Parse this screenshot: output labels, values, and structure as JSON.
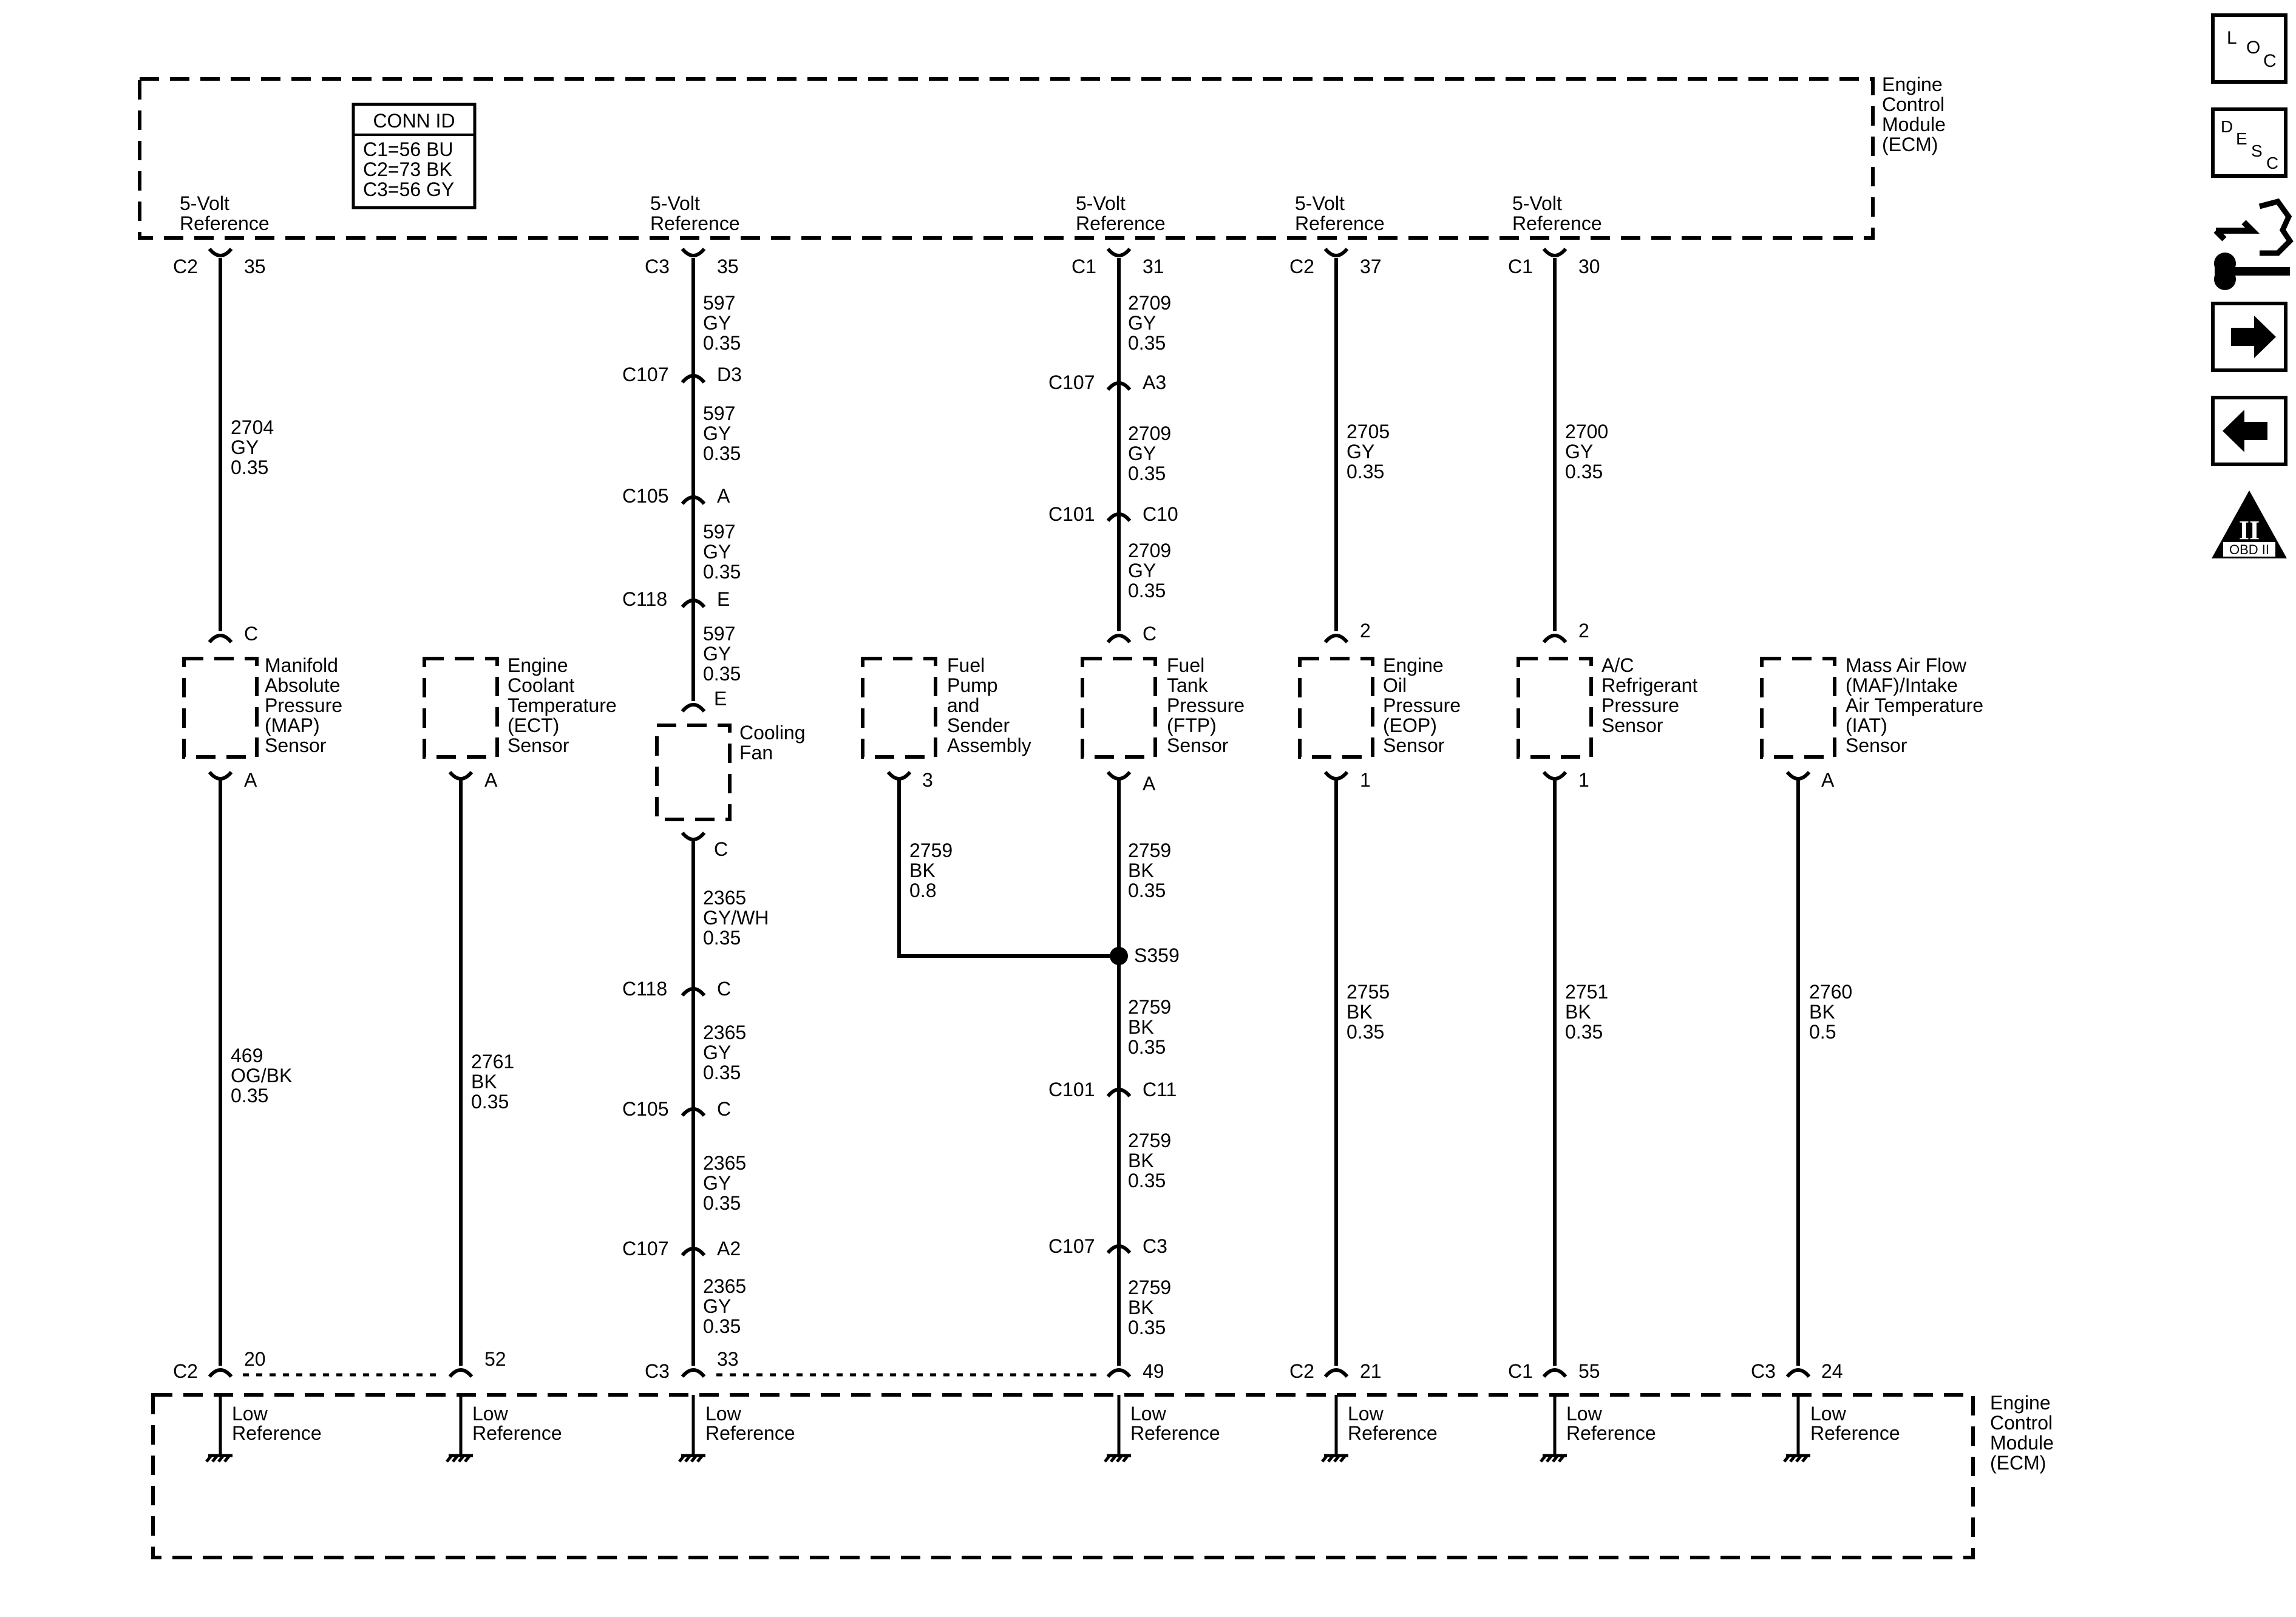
{
  "ecm_top": {
    "label": [
      "Engine",
      "Control",
      "Module",
      "(ECM)"
    ],
    "conn_id": {
      "title": "CONN ID",
      "lines": [
        "C1=56 BU",
        "C2=73 BK",
        "C3=56 GY"
      ]
    },
    "ref_label": [
      "5-Volt",
      "Reference"
    ]
  },
  "ecm_bottom": {
    "label": [
      "Engine",
      "Control",
      "Module",
      "(ECM)"
    ],
    "ref_label": [
      "Low",
      "Reference"
    ]
  },
  "columns": [
    {
      "id": "map",
      "top_pin": {
        "conn": "C2",
        "pin": "35"
      },
      "wire_top": [
        "2704",
        "GY",
        "0.35"
      ],
      "sensor_top_pin": "C",
      "sensor_label": [
        "Manifold",
        "Absolute",
        "Pressure",
        "(MAP)",
        "Sensor"
      ],
      "sensor_bottom_pin": "A",
      "wire_bottom": [
        "469",
        "OG/BK",
        "0.35"
      ],
      "bottom_pin": {
        "conn": "C2",
        "pin": "20"
      }
    },
    {
      "id": "ect",
      "sensor_label": [
        "Engine",
        "Coolant",
        "Temperature",
        "(ECT)",
        "Sensor"
      ],
      "sensor_bottom_pin": "A",
      "wire_bottom": [
        "2761",
        "BK",
        "0.35"
      ],
      "bottom_pin": {
        "conn": "",
        "pin": "52"
      }
    },
    {
      "id": "fan",
      "top_pin": {
        "conn": "C3",
        "pin": "35"
      },
      "upper_segments": [
        [
          "597",
          "GY",
          "0.35"
        ],
        [
          "597",
          "GY",
          "0.35"
        ],
        [
          "597",
          "GY",
          "0.35"
        ],
        [
          "597",
          "GY",
          "0.35"
        ]
      ],
      "upper_inline": [
        {
          "conn": "C107",
          "pin": "D3"
        },
        {
          "conn": "C105",
          "pin": "A"
        },
        {
          "conn": "C118",
          "pin": "E"
        }
      ],
      "sensor_top_pin": "E",
      "sensor_label": [
        "Cooling",
        "Fan"
      ],
      "sensor_bottom_pin": "C",
      "lower_segments": [
        [
          "2365",
          "GY/WH",
          "0.35"
        ],
        [
          "2365",
          "GY",
          "0.35"
        ],
        [
          "2365",
          "GY",
          "0.35"
        ],
        [
          "2365",
          "GY",
          "0.35"
        ]
      ],
      "lower_inline": [
        {
          "conn": "C118",
          "pin": "C"
        },
        {
          "conn": "C105",
          "pin": "C"
        },
        {
          "conn": "C107",
          "pin": "A2"
        }
      ],
      "bottom_pin": {
        "conn": "C3",
        "pin": "33"
      }
    },
    {
      "id": "fuel_pump",
      "sensor_label": [
        "Fuel",
        "Pump",
        "and",
        "Sender",
        "Assembly"
      ],
      "sensor_bottom_pin": "3",
      "wire_bottom": [
        "2759",
        "BK",
        "0.8"
      ]
    },
    {
      "id": "ftp",
      "top_pin": {
        "conn": "C1",
        "pin": "31"
      },
      "upper_segments": [
        [
          "2709",
          "GY",
          "0.35"
        ],
        [
          "2709",
          "GY",
          "0.35"
        ],
        [
          "2709",
          "GY",
          "0.35"
        ]
      ],
      "upper_inline": [
        {
          "conn": "C107",
          "pin": "A3"
        },
        {
          "conn": "C101",
          "pin": "C10"
        }
      ],
      "sensor_top_pin": "C",
      "sensor_label": [
        "Fuel",
        "Tank",
        "Pressure",
        "(FTP)",
        "Sensor"
      ],
      "sensor_bottom_pin": "A",
      "splice_upper_wire": [
        "2759",
        "BK",
        "0.35"
      ],
      "splice": "S359",
      "lower_segments": [
        [
          "2759",
          "BK",
          "0.35"
        ],
        [
          "2759",
          "BK",
          "0.35"
        ],
        [
          "2759",
          "BK",
          "0.35"
        ]
      ],
      "lower_inline": [
        {
          "conn": "C101",
          "pin": "C11"
        },
        {
          "conn": "C107",
          "pin": "C3"
        }
      ],
      "bottom_pin": {
        "conn": "",
        "pin": "49"
      }
    },
    {
      "id": "eop",
      "top_pin": {
        "conn": "C2",
        "pin": "37"
      },
      "wire_top": [
        "2705",
        "GY",
        "0.35"
      ],
      "sensor_top_pin": "2",
      "sensor_label": [
        "Engine",
        "Oil",
        "Pressure",
        "(EOP)",
        "Sensor"
      ],
      "sensor_bottom_pin": "1",
      "wire_bottom": [
        "2755",
        "BK",
        "0.35"
      ],
      "bottom_pin": {
        "conn": "C2",
        "pin": "21"
      }
    },
    {
      "id": "ac",
      "top_pin": {
        "conn": "C1",
        "pin": "30"
      },
      "wire_top": [
        "2700",
        "GY",
        "0.35"
      ],
      "sensor_top_pin": "2",
      "sensor_label": [
        "A/C",
        "Refrigerant",
        "Pressure",
        "Sensor"
      ],
      "sensor_bottom_pin": "1",
      "wire_bottom": [
        "2751",
        "BK",
        "0.35"
      ],
      "bottom_pin": {
        "conn": "C1",
        "pin": "55"
      }
    },
    {
      "id": "maf",
      "sensor_label": [
        "Mass Air Flow",
        "(MAF)/Intake",
        "Air Temperature",
        "(IAT)",
        "Sensor"
      ],
      "sensor_bottom_pin": "A",
      "wire_bottom": [
        "2760",
        "BK",
        "0.5"
      ],
      "bottom_pin": {
        "conn": "C3",
        "pin": "24"
      }
    }
  ],
  "nav_icons": [
    {
      "name": "loc-icon",
      "letters": [
        "L",
        "O",
        "C"
      ]
    },
    {
      "name": "desc-icon",
      "letters": [
        "D",
        "E",
        "S",
        "C"
      ]
    },
    {
      "name": "connector-tool-icon"
    },
    {
      "name": "next-arrow-icon"
    },
    {
      "name": "prev-arrow-icon"
    },
    {
      "name": "obd-ii-icon",
      "roman": "II",
      "caption": "OBD II"
    }
  ]
}
